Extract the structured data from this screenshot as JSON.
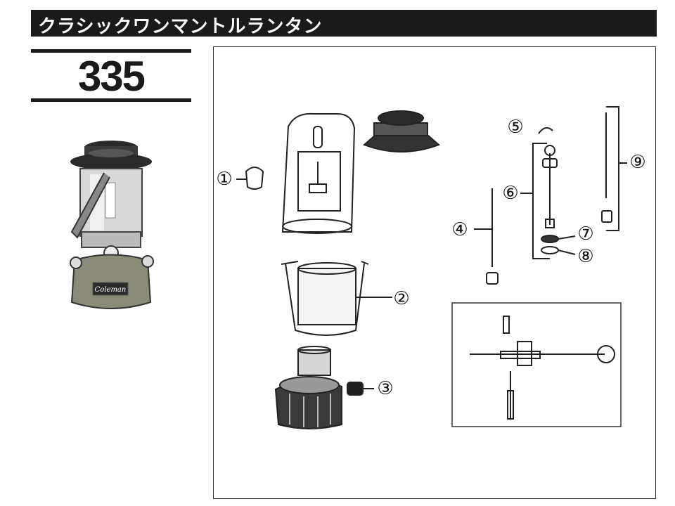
{
  "header": {
    "title": "クラシックワンマントルランタン",
    "model_number": "335"
  },
  "photo": {
    "brand_label": "Coleman"
  },
  "parts": {
    "labels": [
      "①",
      "②",
      "③",
      "④",
      "⑤",
      "⑥",
      "⑦",
      "⑧",
      "⑨"
    ]
  },
  "colors": {
    "title_bar": "#1a1a1a",
    "line_art": "#222222"
  }
}
